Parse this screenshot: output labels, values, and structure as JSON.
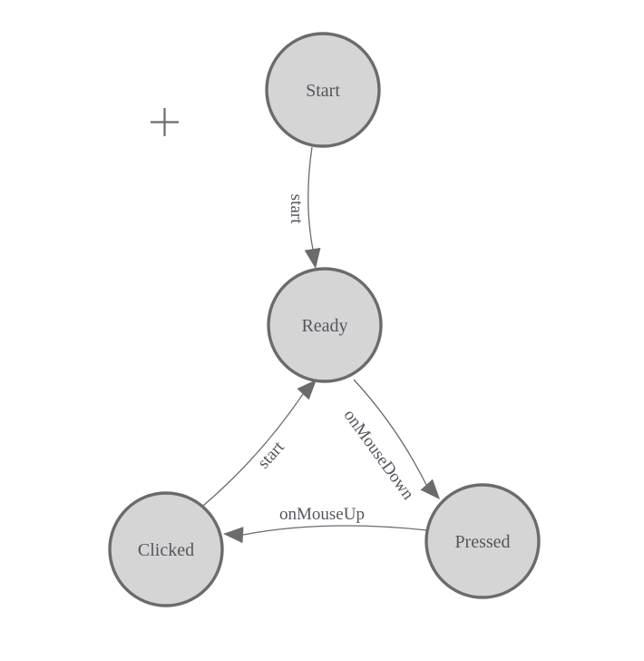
{
  "palette": {
    "node_fill": "#d5d5d5",
    "node_stroke": "#6b6b6b",
    "edge_color": "#6b6b6b",
    "label_color": "#54565e",
    "cursor_color": "#6b6b6b"
  },
  "diagram": {
    "type": "state-machine",
    "nodes": [
      {
        "id": "start",
        "label": "Start"
      },
      {
        "id": "ready",
        "label": "Ready"
      },
      {
        "id": "clicked",
        "label": "Clicked"
      },
      {
        "id": "pressed",
        "label": "Pressed"
      }
    ],
    "edges": [
      {
        "id": "start-to-ready",
        "from": "Start",
        "to": "Ready",
        "label": "start"
      },
      {
        "id": "ready-to-pressed",
        "from": "Ready",
        "to": "Pressed",
        "label": "onMouseDown"
      },
      {
        "id": "pressed-to-clicked",
        "from": "Pressed",
        "to": "Clicked",
        "label": "onMouseUp"
      },
      {
        "id": "clicked-to-ready",
        "from": "Clicked",
        "to": "Ready",
        "label": "start"
      }
    ]
  }
}
